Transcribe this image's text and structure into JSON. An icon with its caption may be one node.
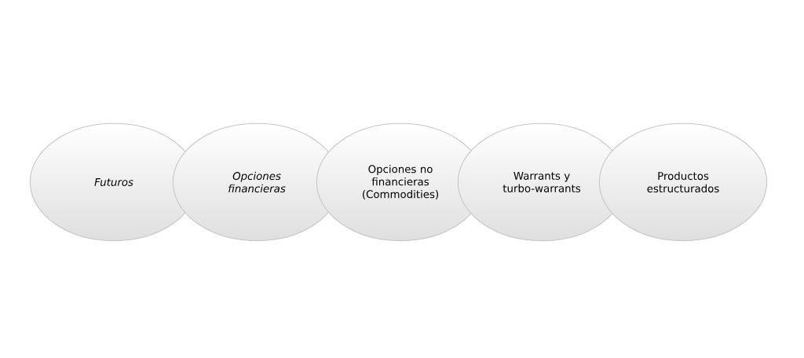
{
  "diagram": {
    "nodes": [
      {
        "text": [
          "Futuros"
        ]
      },
      {
        "text": [
          "Opciones financieras"
        ]
      },
      {
        "text": [
          "Opciones no financieras (Commodities)"
        ]
      },
      {
        "text": [
          "Warrants y turbo-warrants"
        ]
      },
      {
        "text": [
          "Productos estructurados"
        ]
      }
    ]
  }
}
